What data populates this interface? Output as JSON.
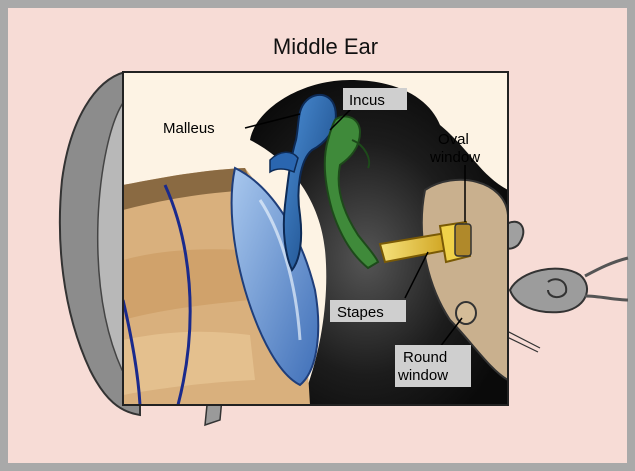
{
  "title": "Middle Ear",
  "labels": {
    "malleus": "Malleus",
    "incus": "Incus",
    "oval_window_line1": "Oval",
    "oval_window_line2": "window",
    "stapes": "Stapes",
    "round_window_line1": "Round",
    "round_window_line2": "window"
  },
  "colors": {
    "background": "#f7dcd6",
    "frame": "#a9a9a9",
    "inner_panel": "#fdf3e4",
    "malleus": "#1f5fa8",
    "incus": "#3f8a3a",
    "stapes": "#e8c431",
    "eardrum": "#7fa8dc",
    "skin": "#d9b07d",
    "bone_shade": "#8a6a42",
    "cavity": "#1a1a1a",
    "cochlea_wall": "#c9b08e",
    "outer_ear": "#9a9a9a"
  }
}
